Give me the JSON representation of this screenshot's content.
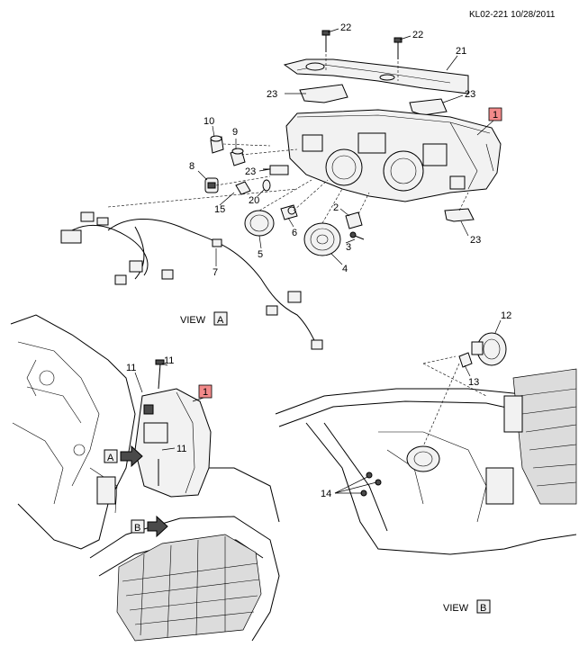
{
  "header": {
    "ref": "KL02-221 10/28/2011"
  },
  "callouts": {
    "c1a": "1",
    "c1b": "1",
    "c2": "2",
    "c3": "3",
    "c4": "4",
    "c5": "5",
    "c6": "6",
    "c7": "7",
    "c8": "8",
    "c9": "9",
    "c10": "10",
    "c11a": "11",
    "c11b": "11",
    "c11c": "11",
    "c12": "12",
    "c13": "13",
    "c14": "14",
    "c15": "15",
    "c20": "20",
    "c21": "21",
    "c22a": "22",
    "c22b": "22",
    "c23a": "23",
    "c23b": "23",
    "c23c": "23",
    "c23d": "23"
  },
  "views": {
    "a_title": "VIEW",
    "a_letter": "A",
    "b_title": "VIEW",
    "b_letter": "B",
    "arrow_a": "A",
    "arrow_b": "B"
  },
  "colors": {
    "highlight_box": "#f28a8a"
  }
}
